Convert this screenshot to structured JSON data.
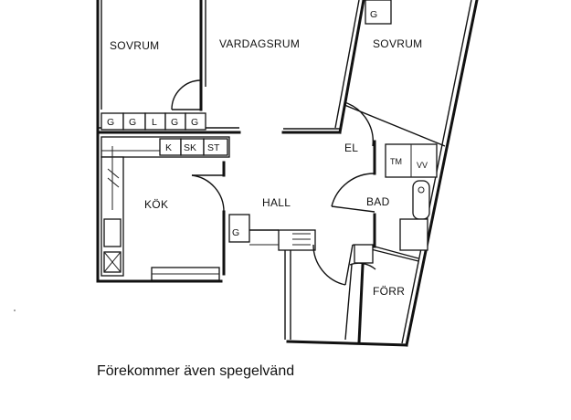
{
  "rooms": {
    "sovrum_left": "SOVRUM",
    "vardagsrum": "VARDAGSRUM",
    "sovrum_right": "SOVRUM",
    "el": "EL",
    "kok": "KÖK",
    "hall": "HALL",
    "bad": "BAD",
    "forr": "FÖRR"
  },
  "fixtures": {
    "wardrobes": [
      "G",
      "G",
      "L",
      "G",
      "G"
    ],
    "kitchen_units": [
      "K",
      "SK",
      "ST"
    ],
    "hall_wardrobe": "G",
    "bedroom_wardrobe": "G",
    "bath_units": [
      "TM",
      "VV"
    ]
  },
  "caption": "Förekommer även spegelvänd"
}
